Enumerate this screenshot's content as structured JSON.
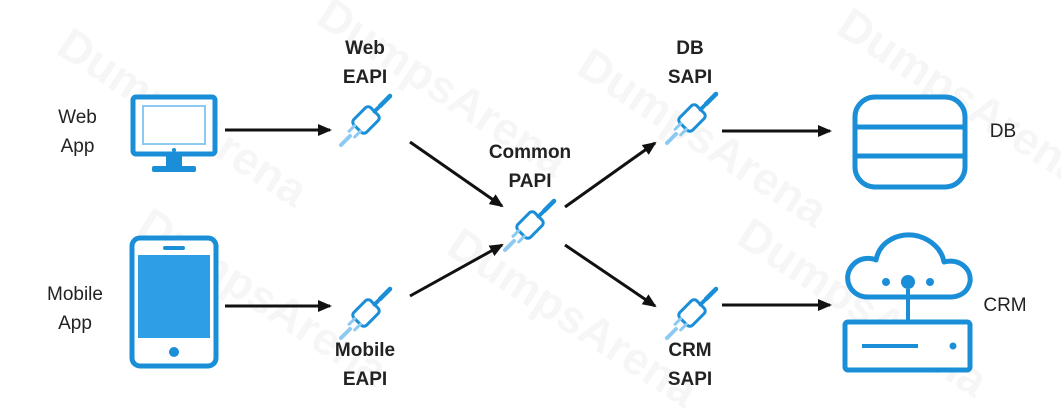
{
  "colors": {
    "accent": "#1a8fd8",
    "accent_light": "#8ccaf1",
    "arrow": "#111111",
    "text": "#222222",
    "watermark": "#e8e8e8"
  },
  "nodes": {
    "web_app": {
      "line1": "Web",
      "line2": "App",
      "icon": "monitor-icon"
    },
    "mobile_app": {
      "line1": "Mobile",
      "line2": "App",
      "icon": "phone-icon"
    },
    "web_eapi": {
      "line1": "Web",
      "line2": "EAPI",
      "icon": "api-plug-icon"
    },
    "mobile_eapi": {
      "line1": "Mobile",
      "line2": "EAPI",
      "icon": "api-plug-icon"
    },
    "common_papi": {
      "line1": "Common",
      "line2": "PAPI",
      "icon": "api-plug-icon"
    },
    "db_sapi": {
      "line1": "DB",
      "line2": "SAPI",
      "icon": "api-plug-icon"
    },
    "crm_sapi": {
      "line1": "CRM",
      "line2": "SAPI",
      "icon": "api-plug-icon"
    },
    "db": {
      "label": "DB",
      "icon": "database-icon"
    },
    "crm": {
      "label": "CRM",
      "icon": "cloud-server-icon"
    }
  },
  "watermark": "DumpsArena"
}
